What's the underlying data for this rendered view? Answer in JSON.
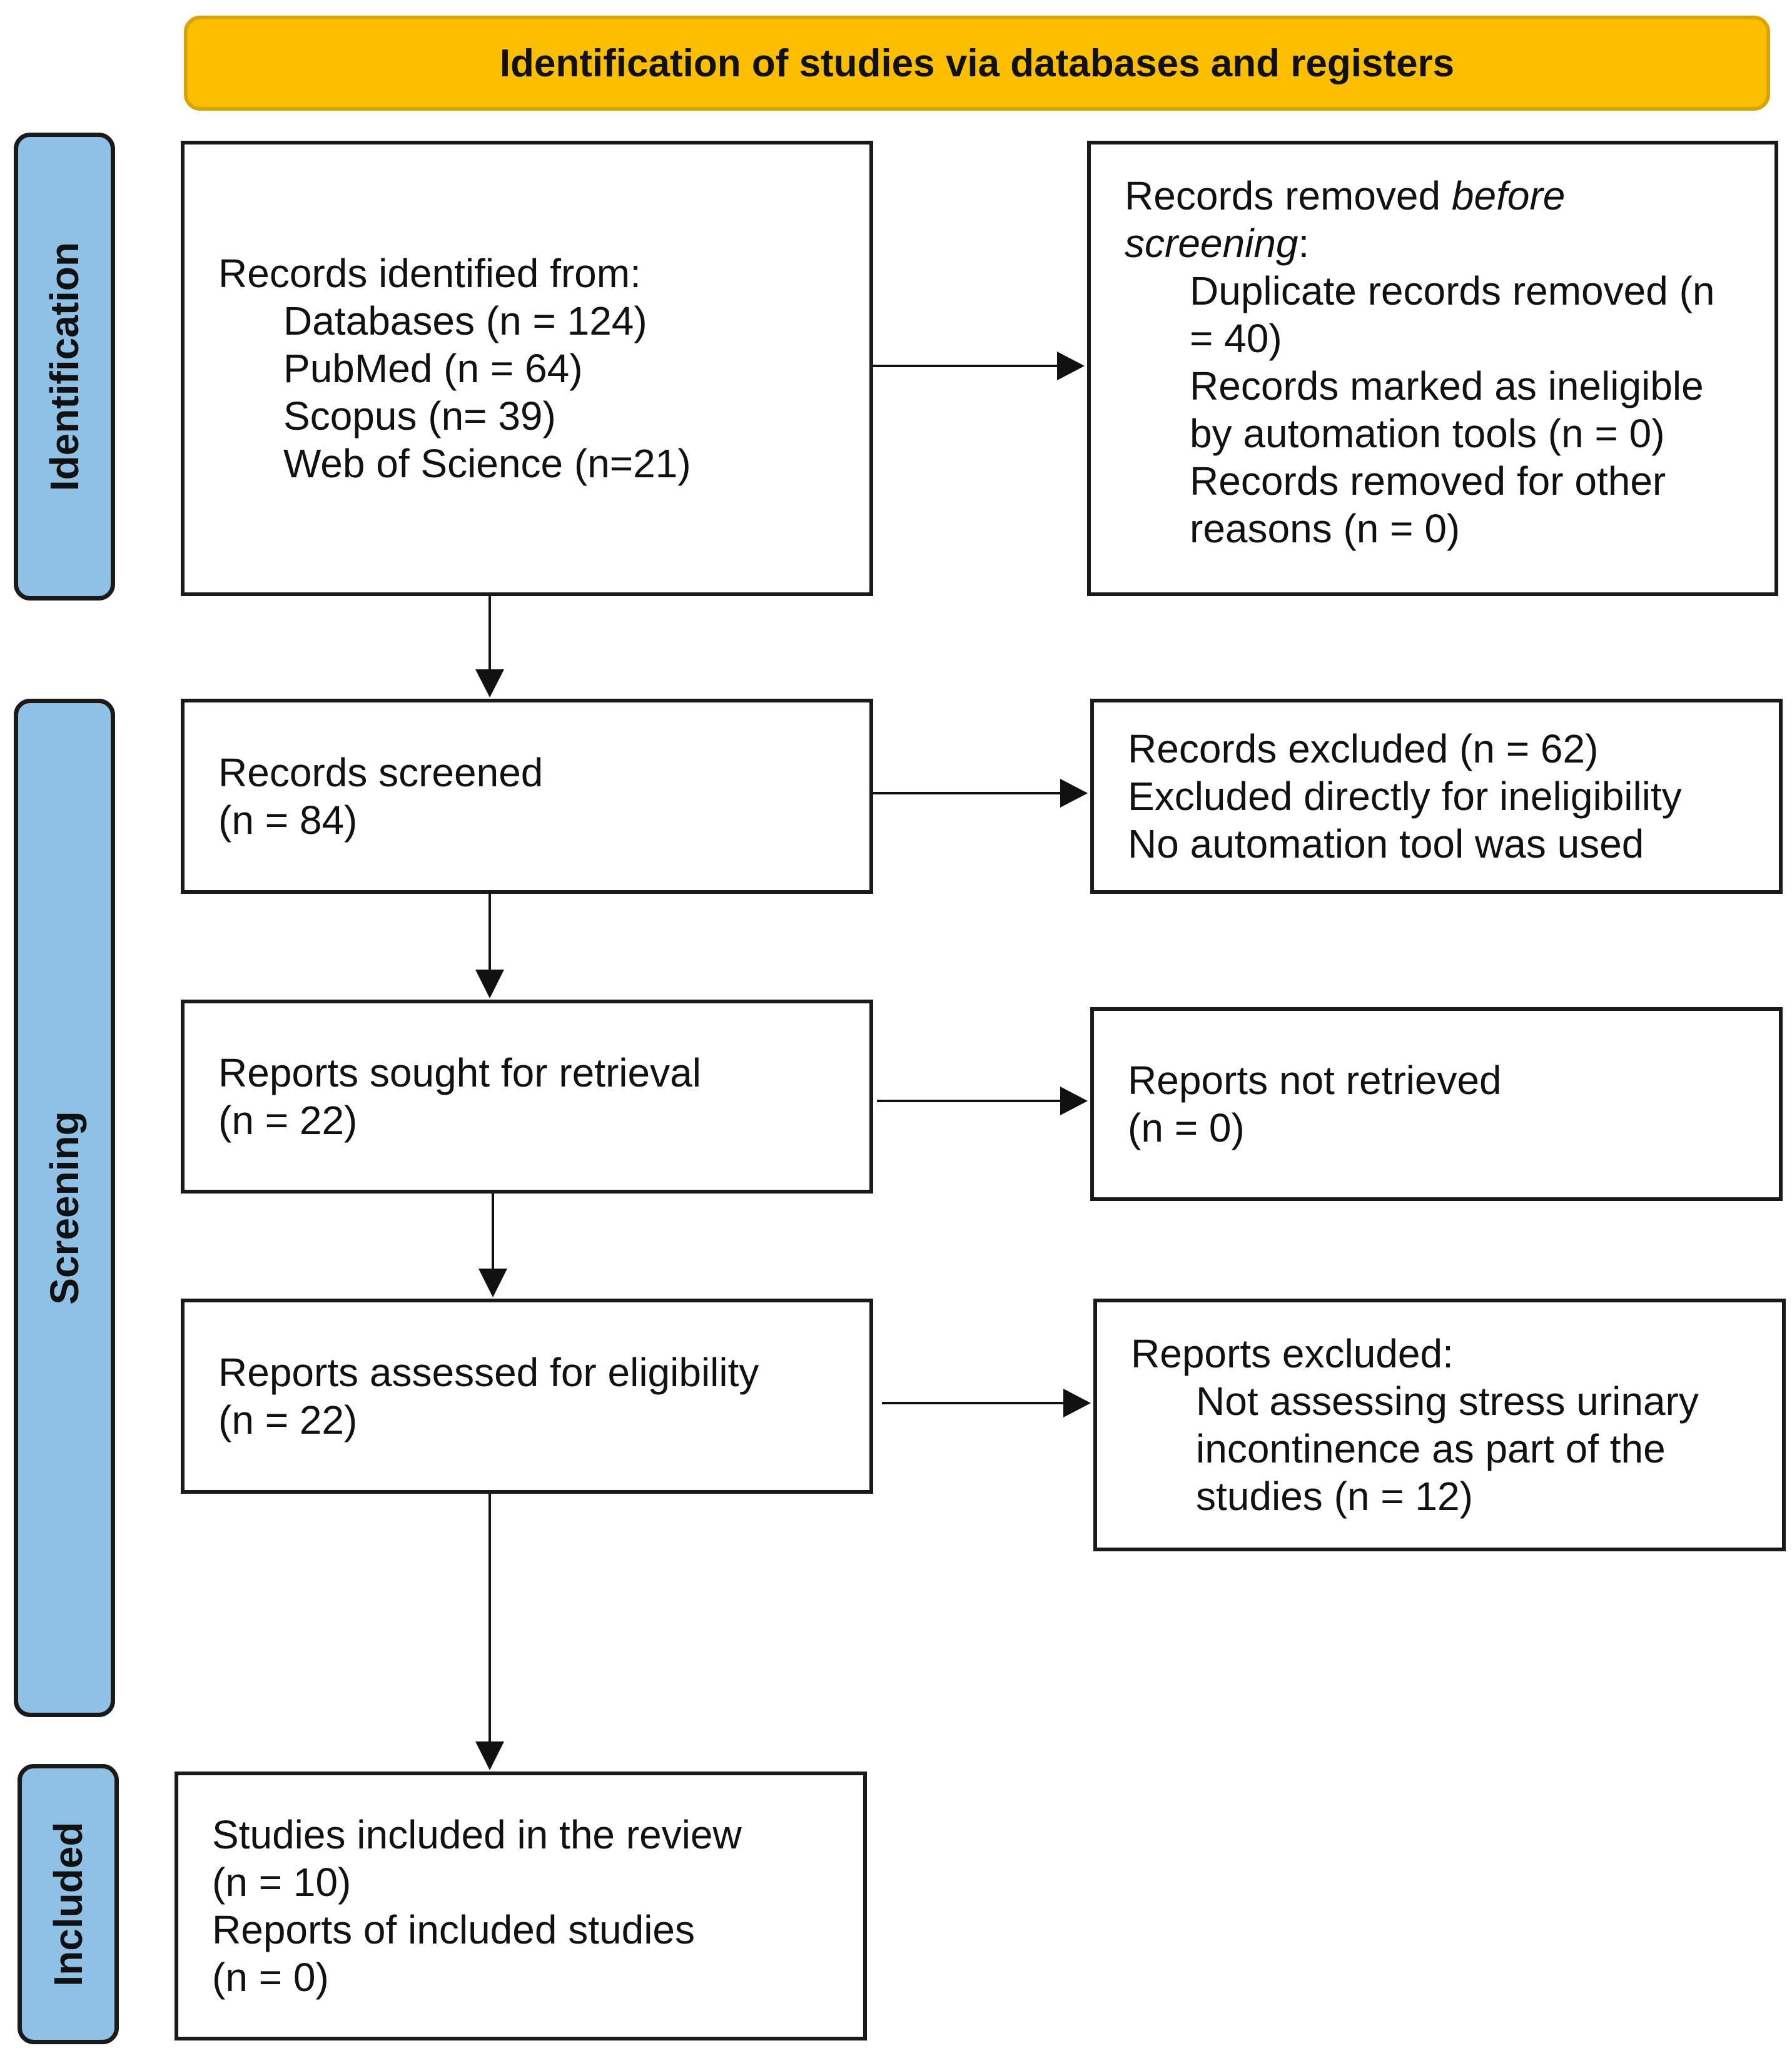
{
  "header": {
    "title": "Identification of studies via databases and registers"
  },
  "phases": {
    "identification": "Identification",
    "screening": "Screening",
    "included": "Included"
  },
  "boxes": {
    "records_identified": {
      "title": "Records identified from:",
      "lines": [
        "Databases (n = 124)",
        "PubMed (n = 64)",
        "Scopus (n= 39)",
        "Web of Science (n=21)"
      ]
    },
    "records_removed": {
      "title_prefix": "Records removed ",
      "title_emph1": "before",
      "title_emph2": "screening",
      "title_suffix": ":",
      "lines": [
        "Duplicate records removed (n",
        "= 40)",
        "Records marked as ineligible",
        "by automation tools (n = 0)",
        "Records removed for other",
        "reasons (n = 0)"
      ]
    },
    "records_screened": {
      "lines": [
        "Records screened",
        "(n = 84)"
      ]
    },
    "records_excluded": {
      "lines": [
        "Records excluded (n = 62)",
        "Excluded directly for ineligibility",
        "No automation tool was used"
      ]
    },
    "reports_sought": {
      "lines": [
        "Reports sought for retrieval",
        "(n = 22)"
      ]
    },
    "reports_not_retrieved": {
      "lines": [
        "Reports not retrieved",
        "(n = 0)"
      ]
    },
    "reports_assessed": {
      "lines": [
        "Reports assessed for eligibility",
        "(n = 22)"
      ]
    },
    "reports_excluded": {
      "title": "Reports excluded:",
      "lines": [
        "Not assessing stress urinary",
        "incontinence as part of the",
        "studies (n = 12)"
      ]
    },
    "studies_included": {
      "lines": [
        "Studies included in the review",
        "(n = 10)",
        "Reports of included studies",
        "(n = 0)"
      ]
    }
  },
  "colors": {
    "header_fill": "#FBBF00",
    "phase_fill": "#8FC1E6",
    "stroke": "#1A1A1A"
  }
}
